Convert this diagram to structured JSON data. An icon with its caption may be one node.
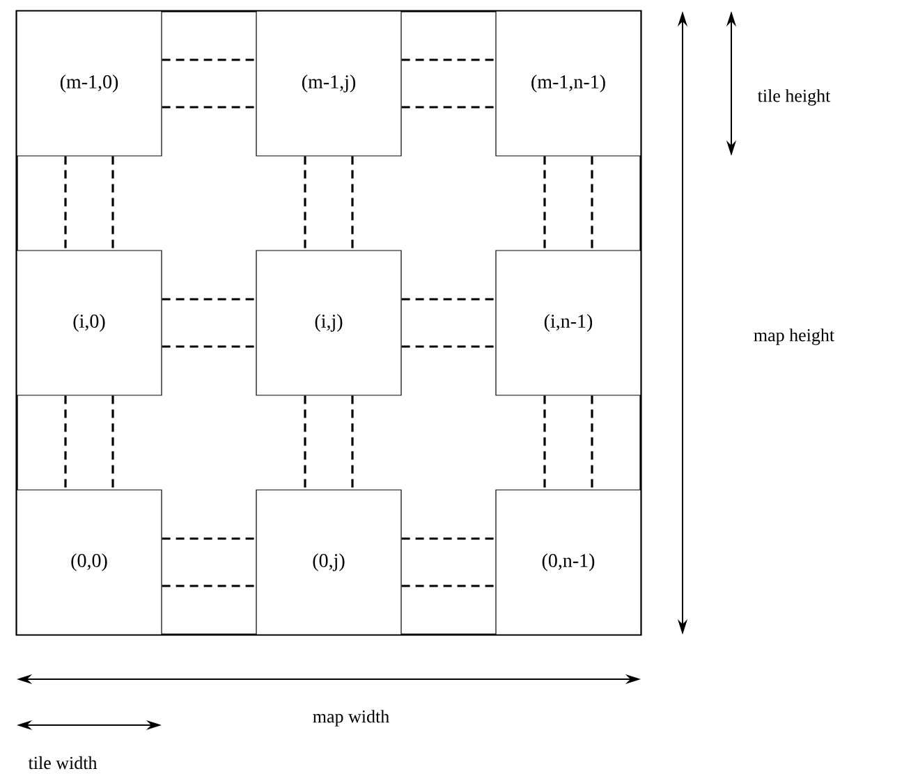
{
  "diagram": {
    "nodes": [
      {
        "text": [],
        "shape": "box"
      },
      {
        "text": [
          "(m-1,0)"
        ],
        "in": 0
      },
      {
        "text": [
          "(m-1,j)"
        ],
        "in": 0
      },
      {
        "text": [
          "(m-1,n-1)"
        ],
        "in": 0
      },
      {
        "text": [
          "(i,0)"
        ],
        "in": 0
      },
      {
        "text": [
          "(i,j)"
        ],
        "in": 0
      },
      {
        "text": [
          "(i,n-1)"
        ],
        "in": 0
      },
      {
        "text": [
          "(0,0)"
        ],
        "in": 0
      },
      {
        "text": [
          "(0,j)"
        ],
        "in": 0
      },
      {
        "text": [
          "(0,n-1)"
        ],
        "in": 0
      }
    ],
    "edges": [
      {
        "from": 1,
        "to": 2,
        "arrow": "none",
        "style": "dashed"
      },
      {
        "from": 1,
        "to": 2,
        "arrow": "none",
        "style": "dashed"
      },
      {
        "from": 2,
        "to": 3,
        "arrow": "none",
        "style": "dashed"
      },
      {
        "from": 2,
        "to": 3,
        "arrow": "none",
        "style": "dashed"
      },
      {
        "from": 1,
        "to": 4,
        "arrow": "none",
        "style": "dashed"
      },
      {
        "from": 1,
        "to": 4,
        "arrow": "none",
        "style": "dashed"
      },
      {
        "from": 2,
        "to": 5,
        "arrow": "none",
        "style": "dashed"
      },
      {
        "from": 2,
        "to": 5,
        "arrow": "none",
        "style": "dashed"
      },
      {
        "from": 3,
        "to": 6,
        "arrow": "none",
        "style": "dashed"
      },
      {
        "from": 3,
        "to": 6,
        "arrow": "none",
        "style": "dashed"
      },
      {
        "from": 4,
        "to": 5,
        "arrow": "none",
        "style": "dashed"
      },
      {
        "from": 4,
        "to": 5,
        "arrow": "none",
        "style": "dashed"
      },
      {
        "from": 5,
        "to": 6,
        "arrow": "none",
        "style": "dashed"
      },
      {
        "from": 5,
        "to": 6,
        "arrow": "none",
        "style": "dashed"
      },
      {
        "from": 4,
        "to": 7,
        "arrow": "none",
        "style": "dashed"
      },
      {
        "from": 4,
        "to": 7,
        "arrow": "none",
        "style": "dashed"
      },
      {
        "from": 5,
        "to": 8,
        "arrow": "none",
        "style": "dashed"
      },
      {
        "from": 5,
        "to": 8,
        "arrow": "none",
        "style": "dashed"
      },
      {
        "from": 6,
        "to": 9,
        "arrow": "none",
        "style": "dashed"
      },
      {
        "from": 6,
        "to": 9,
        "arrow": "none",
        "style": "dashed"
      },
      {
        "from": 7,
        "to": 8,
        "arrow": "none",
        "style": "dashed"
      },
      {
        "from": 7,
        "to": 8,
        "arrow": "none",
        "style": "dashed"
      },
      {
        "from": 8,
        "to": 9,
        "arrow": "none",
        "style": "dashed"
      },
      {
        "from": 8,
        "to": 9,
        "arrow": "none",
        "style": "dashed"
      }
    ],
    "labels": [
      "tile height",
      "map height",
      "map width",
      "tile width"
    ]
  }
}
